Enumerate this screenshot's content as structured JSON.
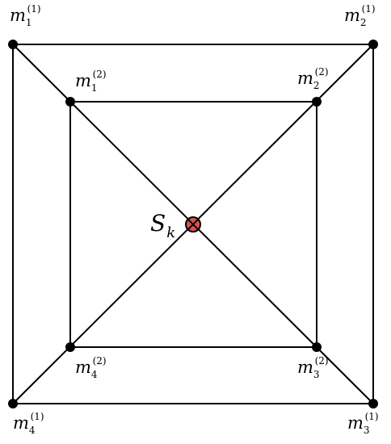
{
  "diagram": {
    "center": {
      "symbol": "S",
      "subscript": "k",
      "fill": "#d9534f",
      "stroke": "#000000"
    },
    "outer_square": [
      {
        "id": "m1-outer",
        "base": "m",
        "sub": "1",
        "sup": "(1)"
      },
      {
        "id": "m2-outer",
        "base": "m",
        "sub": "2",
        "sup": "(1)"
      },
      {
        "id": "m3-outer",
        "base": "m",
        "sub": "3",
        "sup": "(1)"
      },
      {
        "id": "m4-outer",
        "base": "m",
        "sub": "4",
        "sup": "(1)"
      }
    ],
    "inner_square": [
      {
        "id": "m1-inner",
        "base": "m",
        "sub": "1",
        "sup": "(2)"
      },
      {
        "id": "m2-inner",
        "base": "m",
        "sub": "2",
        "sup": "(2)"
      },
      {
        "id": "m3-inner",
        "base": "m",
        "sub": "3",
        "sup": "(2)"
      },
      {
        "id": "m4-inner",
        "base": "m",
        "sub": "4",
        "sup": "(2)"
      }
    ]
  }
}
